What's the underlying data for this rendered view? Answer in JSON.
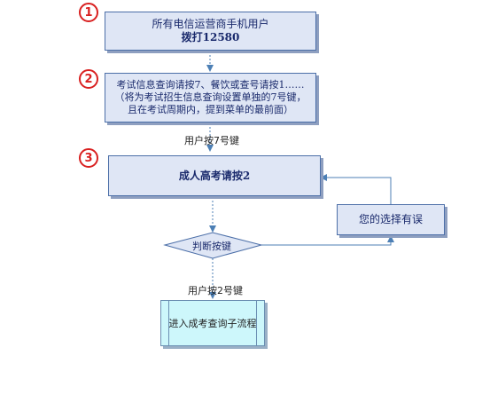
{
  "steps": {
    "one": "1",
    "two": "2",
    "three": "3"
  },
  "box1": {
    "line1": "所有电信运营商手机用户",
    "line2": "拨打12580"
  },
  "box2": {
    "line1": "考试信息查询请按7、餐饮或查号请按1……",
    "line2": "（将为考试招生信息查询设置单独的7号键，",
    "line3": "且在考试周期内，提到菜单的最前面）"
  },
  "labels": {
    "press7": "用户按7号键",
    "press2": "用户按2号键"
  },
  "box3": {
    "text": "成人高考请按2"
  },
  "error_box": {
    "text": "您的选择有误"
  },
  "decision": {
    "text": "判断按键"
  },
  "process": {
    "text": "进入成考查询子流程"
  },
  "colors": {
    "box_fill": "#dfe6f5",
    "box_border": "#4c6fa8",
    "arrow": "#4c7fb5",
    "step_badge": "#d92020",
    "process_fill": "#cdf7fb"
  }
}
